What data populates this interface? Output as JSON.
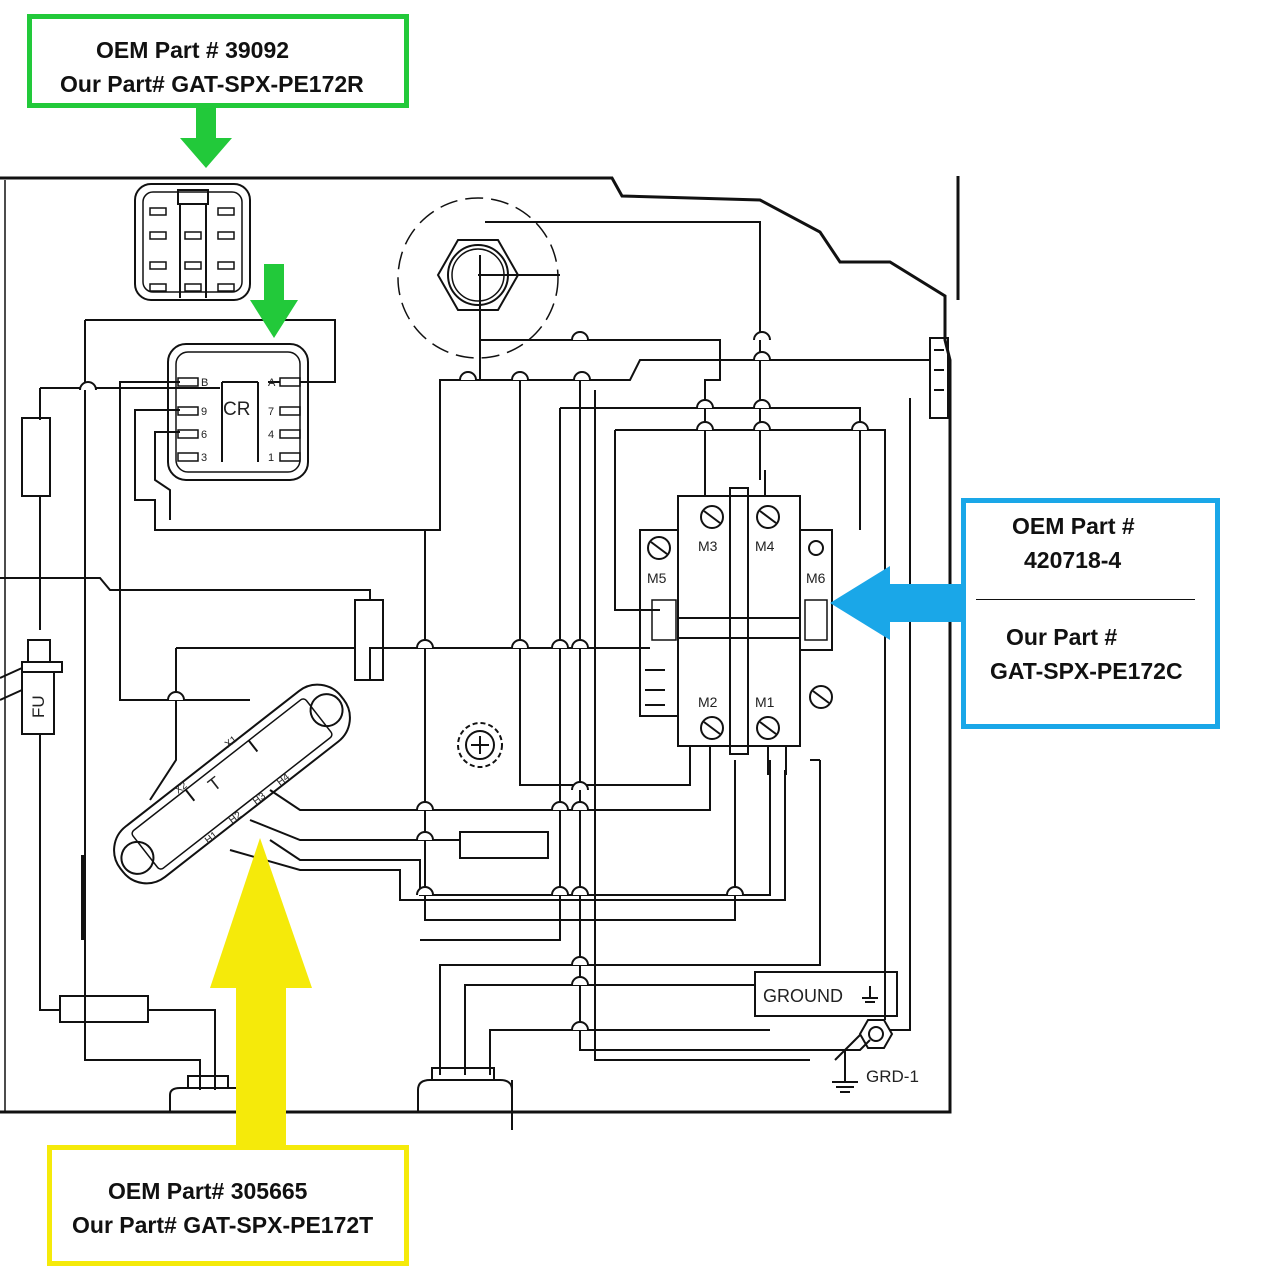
{
  "callouts": {
    "relay": {
      "oem": "OEM Part # 39092",
      "ours": "Our Part# GAT-SPX-PE172R",
      "color": "#22c93a"
    },
    "contactor": {
      "oem_label": "OEM Part #",
      "oem_number": "420718-4",
      "ours_label": "Our Part #",
      "ours_number": "GAT-SPX-PE172C",
      "color": "#1aa7e8"
    },
    "transformer": {
      "oem": "OEM Part# 305665",
      "ours": "Our Part# GAT-SPX-PE172T",
      "color": "#f5ea0a"
    }
  },
  "schematic": {
    "relay_label": "CR",
    "relay_pins": [
      "B",
      "9",
      "6",
      "3",
      "A",
      "7",
      "4",
      "1"
    ],
    "contactor_terminals": [
      "M3",
      "M4",
      "M5",
      "M6",
      "M2",
      "M1"
    ],
    "transformer_label": "T",
    "transformer_leads": [
      "X1",
      "X2",
      "H1",
      "H2",
      "H3",
      "H4"
    ],
    "fuse_label": "FU",
    "ground_block_label": "GROUND",
    "ground_lug_label": "GRD-1"
  }
}
